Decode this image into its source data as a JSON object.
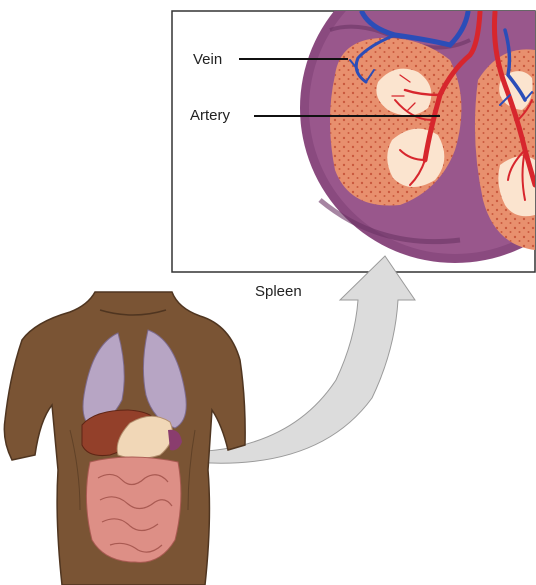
{
  "labels": {
    "vein": "Vein",
    "artery": "Artery",
    "spleen": "Spleen"
  },
  "colors": {
    "vein": "#2b4db8",
    "artery": "#d7262d",
    "splenic_capsule": "#8a4a7f",
    "red_pulp": "#e8906e",
    "white_pulp": "#fbe4cf",
    "skin": "#7a5434",
    "lungs": "#b7a5c4",
    "liver": "#93402a",
    "stomach": "#f1d7b7",
    "intestines": "#dd8f86",
    "arrow": "#d9d9d9"
  }
}
